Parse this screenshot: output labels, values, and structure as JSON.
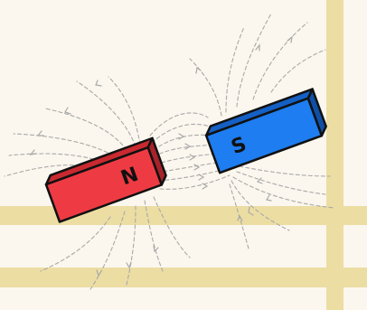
{
  "colors": {
    "background": "#fbf7ee",
    "track": "#ecdda3",
    "north_magnet": "#ee3b43",
    "north_magnet_side": "#c92930",
    "south_magnet": "#1e7df0",
    "south_magnet_side": "#1460c4",
    "outline": "#111111",
    "field_line": "#a9a9a9"
  },
  "magnets": {
    "north": {
      "label": "N"
    },
    "south": {
      "label": "S"
    }
  },
  "icons": [
    "field-line-arrow"
  ]
}
